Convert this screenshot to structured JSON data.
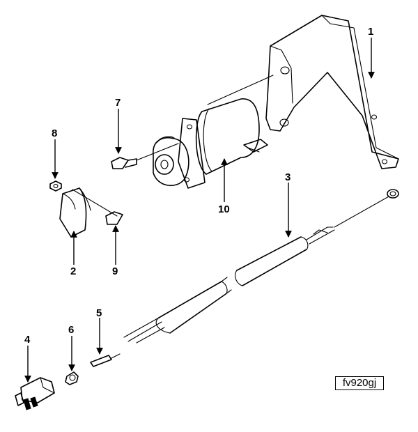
{
  "callouts": {
    "c1": "1",
    "c2": "2",
    "c3": "3",
    "c4": "4",
    "c5": "5",
    "c6": "6",
    "c7": "7",
    "c8": "8",
    "c9": "9",
    "c10": "10"
  },
  "figure_code": "fv920gj"
}
